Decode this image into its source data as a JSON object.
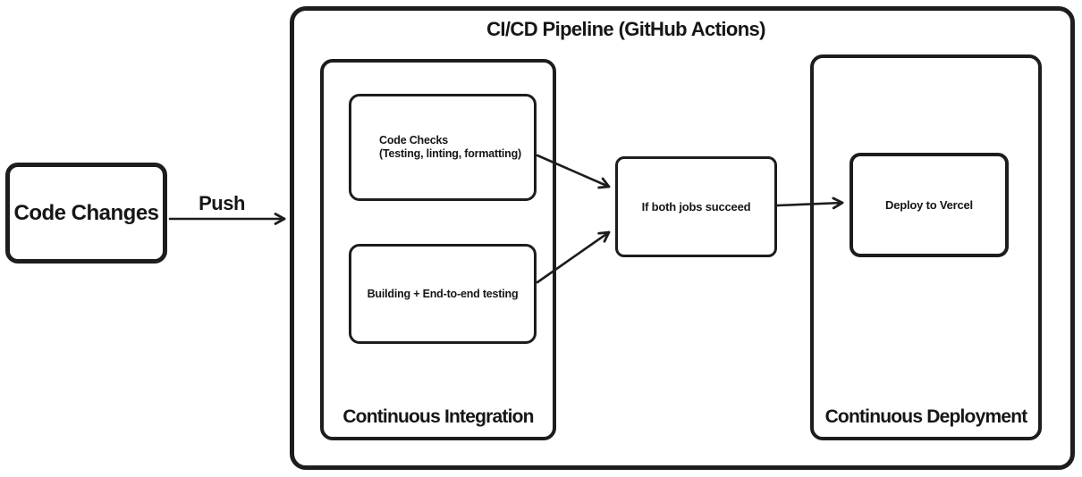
{
  "diagram": {
    "title": "CI/CD Pipeline (GitHub Actions)",
    "groups": {
      "ci": {
        "label": "Continuous Integration"
      },
      "cd": {
        "label": "Continuous Deployment"
      }
    },
    "nodes": {
      "code_changes": {
        "label": "Code Changes"
      },
      "code_checks": {
        "line1": "Code Checks",
        "line2": "(Testing, linting, formatting)"
      },
      "building": {
        "label": "Building + End-to-end testing"
      },
      "if_both": {
        "label": "If both jobs succeed"
      },
      "deploy": {
        "label": "Deploy to Vercel"
      }
    },
    "edges": [
      {
        "from": "code-changes",
        "to": "cicd-pipeline",
        "label": "Push"
      },
      {
        "from": "code-checks",
        "to": "if-both-jobs-succeed",
        "label": ""
      },
      {
        "from": "building-end-to-end-testing",
        "to": "if-both-jobs-succeed",
        "label": ""
      },
      {
        "from": "if-both-jobs-succeed",
        "to": "deploy-to-vercel",
        "label": ""
      }
    ],
    "colors": {
      "stroke": "#1d1d1d",
      "background": "#ffffff"
    }
  }
}
